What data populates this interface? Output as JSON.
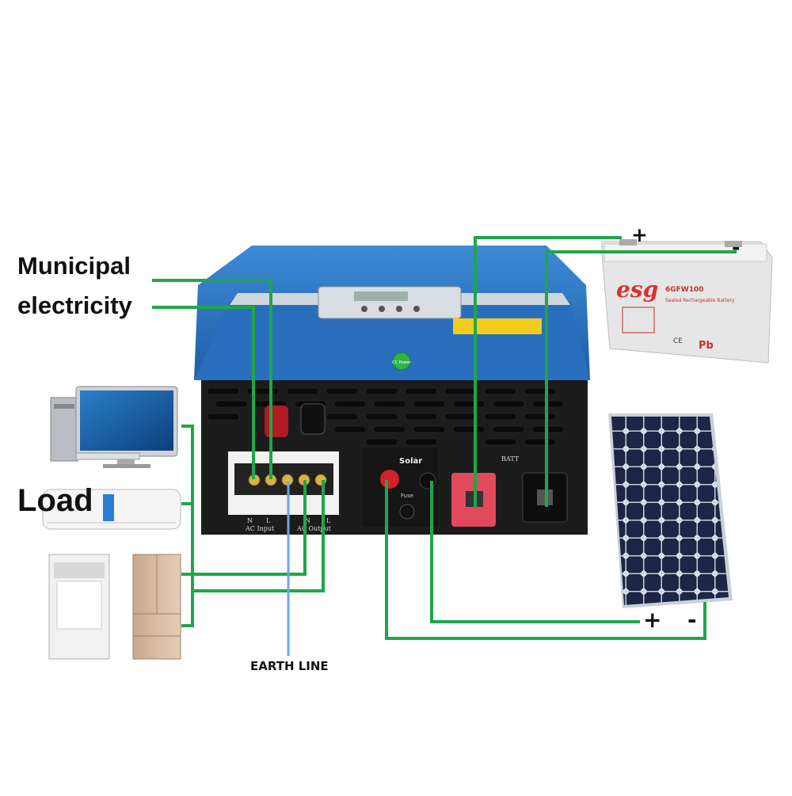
{
  "labels": {
    "municipal_line1": "Municipal",
    "municipal_line2": "electricity",
    "load": "Load",
    "earth_line": "EARTH LINE"
  },
  "battery": {
    "brand": "esg",
    "model": "6GFW100",
    "subtitle": "Sealed Rechargeable Battery",
    "plus": "+",
    "minus": "-",
    "pb": "Pb",
    "ce": "CE"
  },
  "inverter": {
    "ac_input": "AC Input",
    "ac_output": "AC Output",
    "n1": "N",
    "l1": "L",
    "n2": "N",
    "l2": "L",
    "solar": "Solar",
    "batt": "BATT",
    "fuse": "Fuse",
    "power": "CC Power"
  },
  "solar_panel": {
    "plus": "+",
    "minus": "-"
  },
  "colors": {
    "wire": "#1fa64a",
    "earth_wire": "#6aa7e0",
    "inverter_blue": "#2f78c4",
    "inverter_black": "#1a1a1a",
    "terminal_red": "#d4202a",
    "panel_cell": "#1c2540"
  },
  "icons": [
    "desktop-computer-icon",
    "air-conditioner-icon",
    "washing-machine-icon",
    "refrigerator-icon",
    "battery-icon",
    "solar-panel-icon"
  ]
}
